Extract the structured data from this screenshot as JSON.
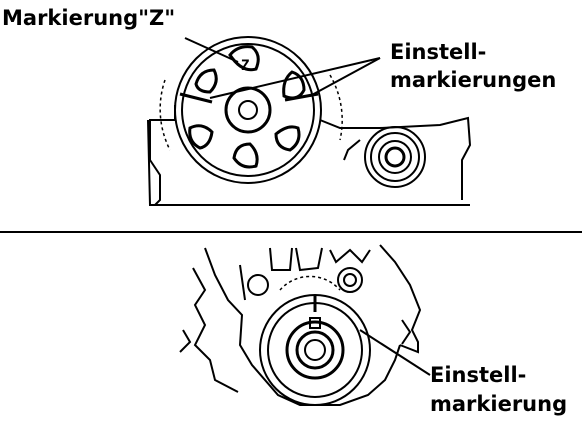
{
  "labels": {
    "top_mark": "Markierung\"Z\"",
    "top_timing_line1": "Einstell-",
    "top_timing_line2": "markierungen",
    "bottom_timing_line1": "Einstell-",
    "bottom_timing_line2": "markierung",
    "wheel_letter": "Z"
  },
  "colors": {
    "line": "#000000",
    "background": "#ffffff"
  }
}
